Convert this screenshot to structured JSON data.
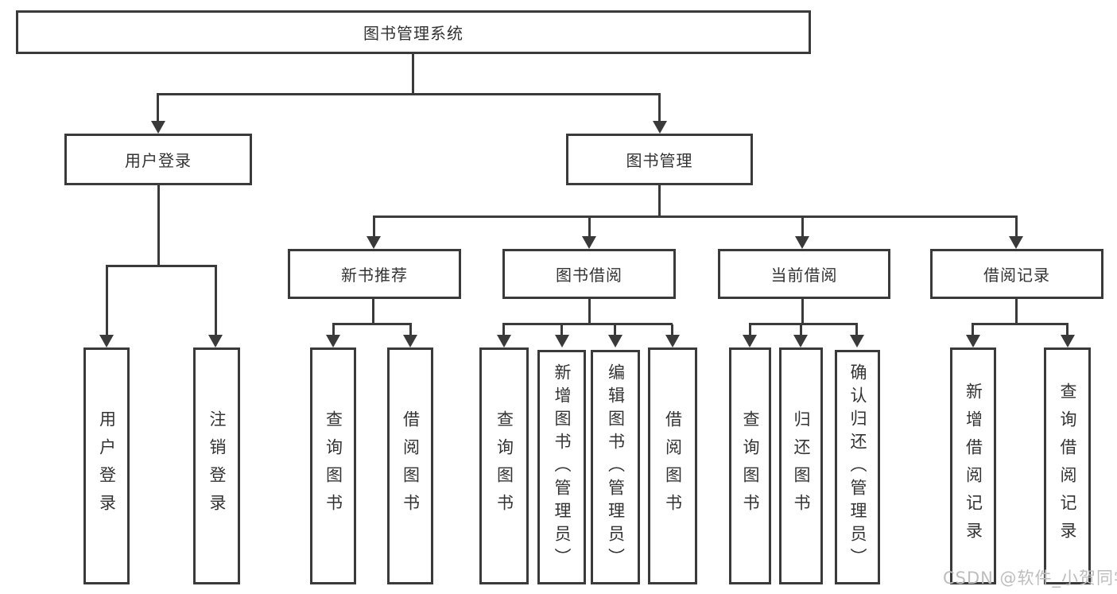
{
  "diagram_title": "图书管理系统",
  "tree": {
    "label": "图书管理系统",
    "children": [
      {
        "label": "用户登录",
        "children": [
          {
            "label": "用户登录"
          },
          {
            "label": "注销登录"
          }
        ]
      },
      {
        "label": "图书管理",
        "children": [
          {
            "label": "新书推荐",
            "children": [
              {
                "label": "查询图书"
              },
              {
                "label": "借阅图书"
              }
            ]
          },
          {
            "label": "图书借阅",
            "children": [
              {
                "label": "查询图书"
              },
              {
                "label": "新增图书（管理员）"
              },
              {
                "label": "编辑图书（管理员）"
              },
              {
                "label": "借阅图书"
              }
            ]
          },
          {
            "label": "当前借阅",
            "children": [
              {
                "label": "查询图书"
              },
              {
                "label": "归还图书"
              },
              {
                "label": "确认归还（管理员）"
              }
            ]
          },
          {
            "label": "借阅记录",
            "children": [
              {
                "label": "新增借阅记录"
              },
              {
                "label": "查询借阅记录"
              }
            ]
          }
        ]
      }
    ]
  },
  "watermark": "CSDN @软件_小贺同学",
  "colors": {
    "line": "#3a3a3a",
    "box_border": "#3a3a3a",
    "box_fill": "#ffffff",
    "text": "#333333",
    "watermark": "#bdbdbd",
    "background": "#ffffff"
  }
}
